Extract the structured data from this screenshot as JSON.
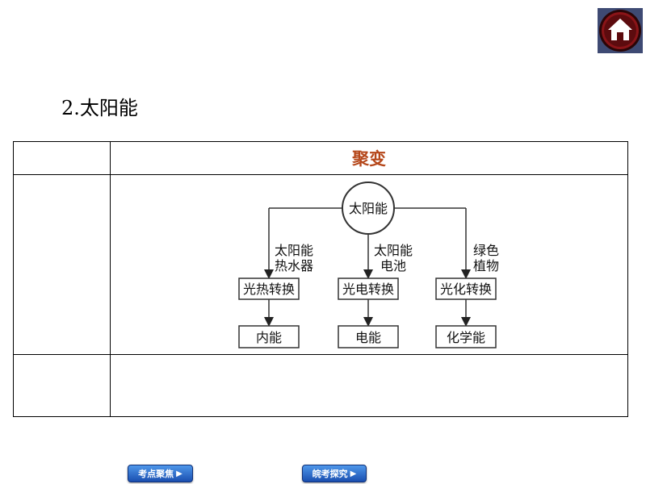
{
  "section": {
    "title": "2.太阳能"
  },
  "table": {
    "row1": {
      "col1": "",
      "col2": "聚变"
    },
    "row2": {
      "col1": ""
    },
    "row3": {
      "col1": "",
      "col2": ""
    }
  },
  "diagram": {
    "center": "太阳能",
    "branches": [
      {
        "label_line1": "太阳能",
        "label_line2": "热水器",
        "process": "光热转换",
        "result": "内能"
      },
      {
        "label_line1": "太阳能",
        "label_line2": "电池",
        "process": "光电转换",
        "result": "电能"
      },
      {
        "label_line1": "绿色",
        "label_line2": "植物",
        "process": "光化转换",
        "result": "化学能"
      }
    ]
  },
  "nav": {
    "button1": "考点聚焦",
    "button2": "皖考探究"
  },
  "colors": {
    "accent_text": "#b5471a",
    "home_ring": "#6b0f12",
    "nav_button": "#1a4fb0"
  },
  "icons": {
    "home": "home-icon",
    "nav_arrow": "chevron-right-icon"
  }
}
